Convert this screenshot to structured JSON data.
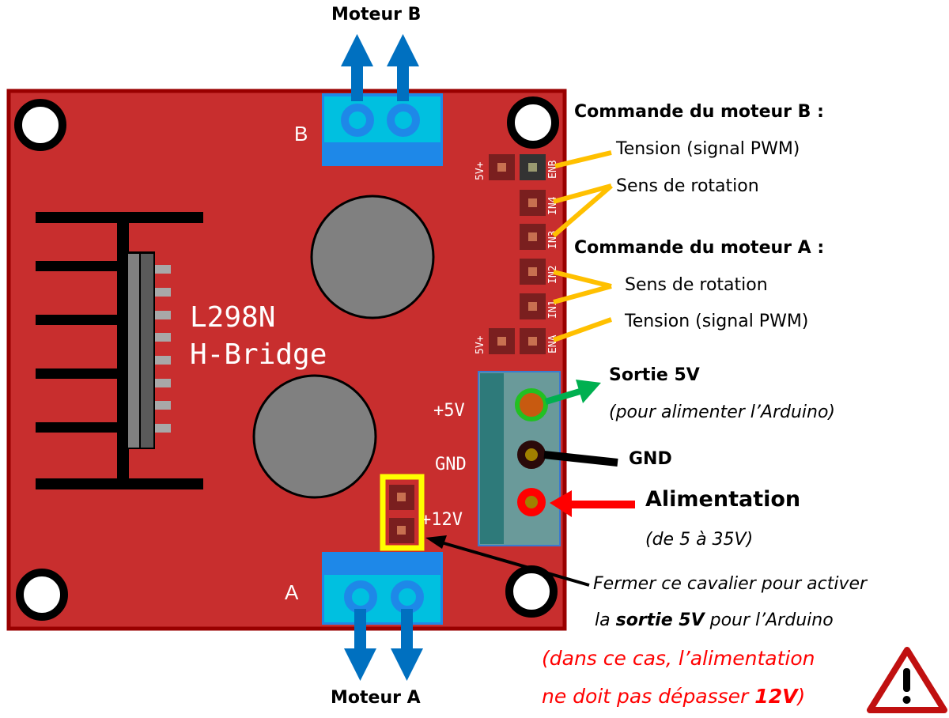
{
  "board": {
    "chip_name": "L298N",
    "chip_subtitle": "H-Bridge",
    "connector_b_label": "B",
    "connector_a_label": "A",
    "pin_labels_power": [
      "+5V",
      "GND",
      "+12V"
    ],
    "pin_labels_control": [
      "ENB",
      "IN4",
      "IN3",
      "IN2",
      "IN1",
      "ENA"
    ],
    "pin_label_5v_top": "5V+",
    "pin_label_5v_bottom": "5V+"
  },
  "motors": {
    "motor_b": "Moteur B",
    "motor_a": "Moteur A"
  },
  "annotations": {
    "cmd_b_title": "Commande du moteur B :",
    "cmd_b_pwm": "Tension (signal PWM)",
    "cmd_b_dir": "Sens de rotation",
    "cmd_a_title": "Commande du moteur A :",
    "cmd_a_dir": "Sens de rotation",
    "cmd_a_pwm": "Tension (signal PWM)",
    "out5v_title": "Sortie 5V",
    "out5v_sub": "(pour alimenter l’Arduino)",
    "gnd": "GND",
    "power_title": "Alimentation",
    "power_sub": "(de 5 à 35V)",
    "jumper_line1": "Fermer ce cavalier pour activer",
    "jumper_line2_pre": "la ",
    "jumper_line2_bold": "sortie 5V",
    "jumper_line2_post": " pour l’Arduino",
    "warn_line1": "(dans ce cas, l’alimentation",
    "warn_line2_pre": "ne doit pas dépasser ",
    "warn_line2_bold": "12V",
    "warn_line2_post": ")"
  },
  "icons": {
    "warning": "warning-triangle-icon"
  },
  "colors": {
    "pcb": "#c82e2e",
    "pcb_border": "#990000",
    "terminal_light": "#00c0e0",
    "terminal_dark": "#1e88e8",
    "motor_arrow": "#0070c0",
    "ctrl_arrow": "#ffc000",
    "out5v_arrow": "#00b050",
    "power_arrow": "#ff0000",
    "jumper_frame": "#ffff00"
  }
}
